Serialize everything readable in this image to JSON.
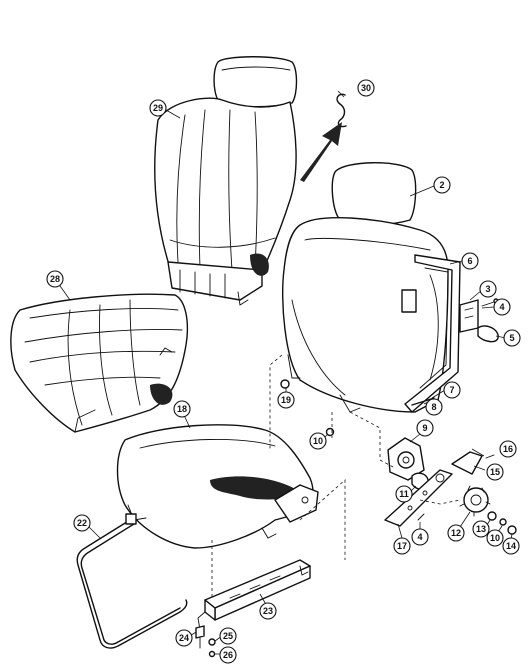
{
  "diagram": {
    "callouts": [
      {
        "id": "c30",
        "label": "30"
      },
      {
        "id": "c29",
        "label": "29"
      },
      {
        "id": "c2",
        "label": "2"
      },
      {
        "id": "c6",
        "label": "6"
      },
      {
        "id": "c3",
        "label": "3"
      },
      {
        "id": "c4a",
        "label": "4"
      },
      {
        "id": "c5",
        "label": "5"
      },
      {
        "id": "c28",
        "label": "28"
      },
      {
        "id": "c7",
        "label": "7"
      },
      {
        "id": "c8",
        "label": "8"
      },
      {
        "id": "c19",
        "label": "19"
      },
      {
        "id": "c18",
        "label": "18"
      },
      {
        "id": "c10a",
        "label": "10"
      },
      {
        "id": "c9",
        "label": "9"
      },
      {
        "id": "c16",
        "label": "16"
      },
      {
        "id": "c15",
        "label": "15"
      },
      {
        "id": "c11",
        "label": "11"
      },
      {
        "id": "c22",
        "label": "22"
      },
      {
        "id": "c12",
        "label": "12"
      },
      {
        "id": "c13",
        "label": "13"
      },
      {
        "id": "c10b",
        "label": "10"
      },
      {
        "id": "c14",
        "label": "14"
      },
      {
        "id": "c17",
        "label": "17"
      },
      {
        "id": "c4b",
        "label": "4"
      },
      {
        "id": "c23",
        "label": "23"
      },
      {
        "id": "c24",
        "label": "24"
      },
      {
        "id": "c25",
        "label": "25"
      },
      {
        "id": "c26",
        "label": "26"
      }
    ]
  }
}
